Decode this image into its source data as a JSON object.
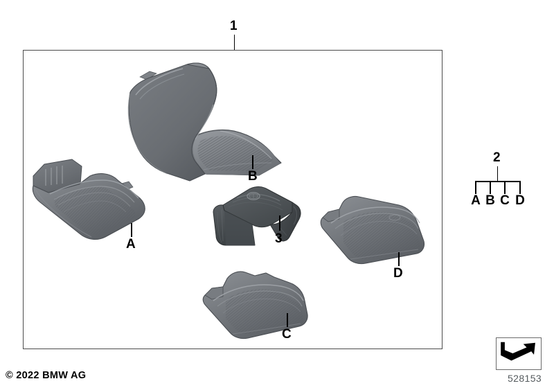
{
  "document": {
    "type": "parts-diagram",
    "copyright": "© 2022 BMW AG",
    "diagram_id": "528153",
    "background_color": "#ffffff"
  },
  "assembly": {
    "frame_label": "1",
    "frame_stroke": "#4b4b4b",
    "parts": [
      {
        "id": "A",
        "label": "A",
        "name": "front-floor-mat-left",
        "color": "#6e7276",
        "shade_dark": "#4f5357",
        "shade_light": "#8d9196"
      },
      {
        "id": "B",
        "label": "B",
        "name": "front-floor-mat-right",
        "color": "#6e7276",
        "shade_dark": "#52565a",
        "shade_light": "#9a9ea3"
      },
      {
        "id": "3",
        "label": "3",
        "name": "tunnel-cover-mat",
        "color": "#4a4f52",
        "shade_dark": "#34383b",
        "shade_light": "#5e6367"
      },
      {
        "id": "C",
        "label": "C",
        "name": "rear-floor-mat-left",
        "color": "#6e7276",
        "shade_dark": "#4f5357",
        "shade_light": "#8d9196"
      },
      {
        "id": "D",
        "label": "D",
        "name": "rear-floor-mat-right",
        "color": "#6e7276",
        "shade_dark": "#4f5357",
        "shade_light": "#8d9196"
      }
    ]
  },
  "legend": {
    "group_label": "2",
    "items": [
      {
        "label": "A"
      },
      {
        "label": "B"
      },
      {
        "label": "C"
      },
      {
        "label": "D"
      }
    ]
  },
  "icon": {
    "name": "view-direction-arrow",
    "color": "#000000"
  }
}
